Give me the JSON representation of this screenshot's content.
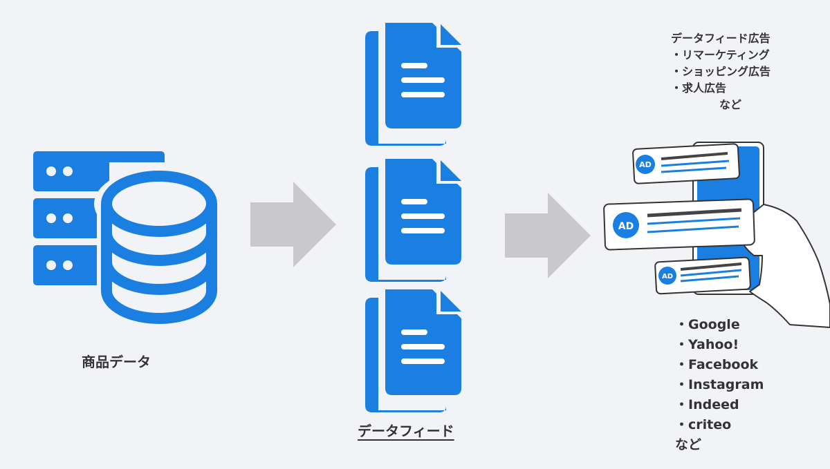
{
  "product_data": {
    "label": "商品データ"
  },
  "data_feed": {
    "label": "データフィード"
  },
  "ad_types": {
    "title": "データフィード広告",
    "items": [
      "・リマーケティング",
      "・ショッピング広告",
      "・求人広告"
    ],
    "more": "など"
  },
  "ad_badge": "AD",
  "platforms": {
    "items": [
      "・Google",
      "・Yahoo!",
      "・Facebook",
      "・Instagram",
      "・Indeed",
      "・criteo"
    ],
    "more": "など"
  },
  "colors": {
    "primary": "#1a7fe0",
    "arrow": "#c9c9cc",
    "background": "#f2f3f7"
  }
}
